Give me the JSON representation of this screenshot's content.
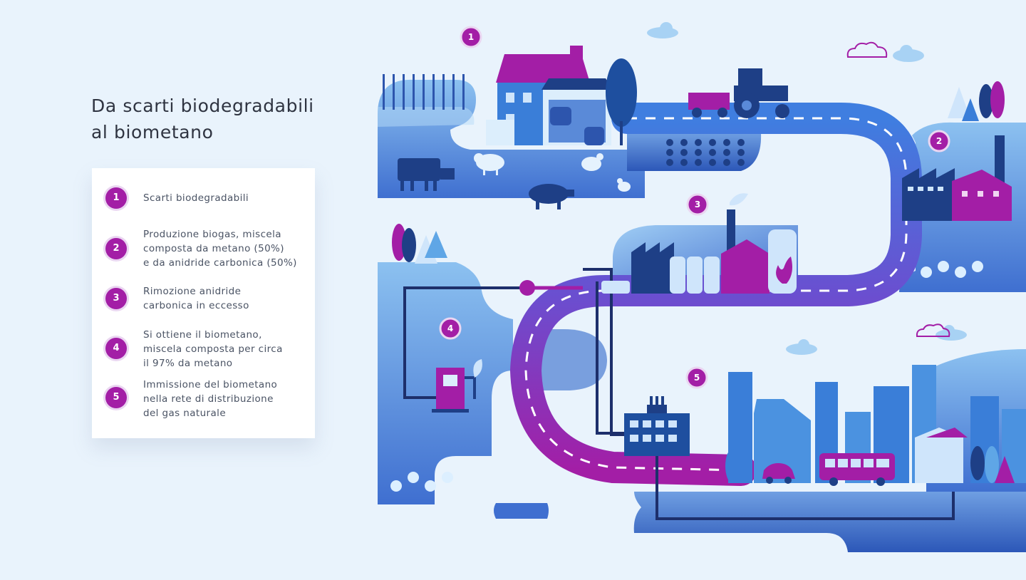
{
  "title": {
    "line1": "Da scarti biodegradabili",
    "line2": "al biometano"
  },
  "steps": [
    {
      "number": "1",
      "lines": [
        "Scarti biodegradabili"
      ]
    },
    {
      "number": "2",
      "lines": [
        "Produzione biogas, miscela",
        "composta da metano (50%)",
        "e da anidride carbonica (50%)"
      ]
    },
    {
      "number": "3",
      "lines": [
        "Rimozione anidride",
        "carbonica in eccesso"
      ]
    },
    {
      "number": "4",
      "lines": [
        "Si ottiene il biometano,",
        "miscela composta per circa",
        "il 97% da metano"
      ]
    },
    {
      "number": "5",
      "lines": [
        "Immissione del biometano",
        "nella rete di distribuzione",
        "del gas naturale"
      ]
    }
  ],
  "illustration_markers": [
    "1",
    "2",
    "3",
    "4",
    "5"
  ],
  "colors": {
    "background": "#e9f3fc",
    "accent_magenta": "#a31ea6",
    "road_blue": "#3d6fd9",
    "road_purple": "#8a3fc4",
    "dark_navy": "#1e3f86",
    "land_blue": "#5a8ad8"
  },
  "icons": [
    "wheat-icon",
    "farmhouse-icon",
    "tractor-icon",
    "cow-icon",
    "sheep-icon",
    "pig-icon",
    "rooster-icon",
    "factory-icon",
    "biogas-plant-icon",
    "fuel-pump-icon",
    "gas-network-building-icon",
    "city-skyline-icon",
    "bus-icon",
    "car-icon",
    "tree-icon",
    "sunflower-icon",
    "cloud-icon"
  ]
}
